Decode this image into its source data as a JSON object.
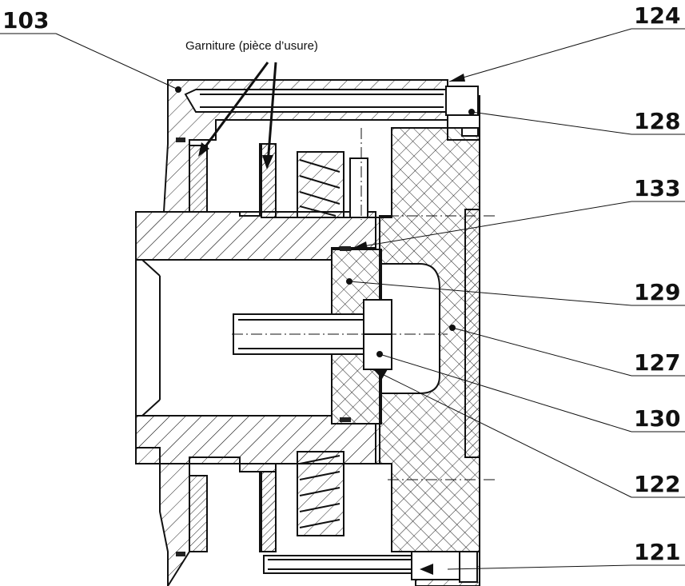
{
  "annotation": {
    "text": "Garniture (pièce d’usure)"
  },
  "parts": {
    "p103": "103",
    "p124": "124",
    "p128": "128",
    "p133": "133",
    "p129": "129",
    "p127": "127",
    "p130": "130",
    "p122": "122",
    "p121": "121"
  },
  "colors": {
    "line": "#111111",
    "background": "#ffffff"
  }
}
